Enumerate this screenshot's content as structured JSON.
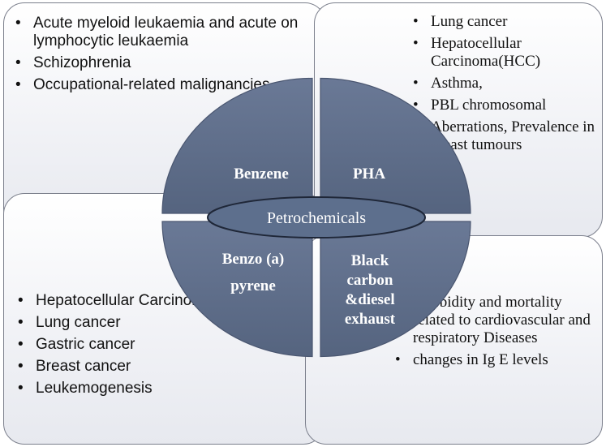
{
  "center": {
    "label": "Petrochemicals",
    "quadrants": {
      "top_left": "Benzene",
      "top_right": "PHA",
      "bottom_left": [
        "Benzo (a)",
        "pyrene"
      ],
      "bottom_right": [
        "Black",
        "carbon",
        "&diesel",
        "exhaust"
      ]
    }
  },
  "panels": {
    "top_left": [
      "Acute myeloid leukaemia and acute on lymphocytic leukaemia",
      "Schizophrenia",
      "Occupational-related malignancies"
    ],
    "top_right": [
      "Lung cancer",
      "Hepatocellular Carcinoma(HCC)",
      "Asthma,",
      "PBL chromosomal",
      "Aberrations, Prevalence  in breast tumours"
    ],
    "bottom_left": [
      "Hepatocellular Carcinoma(HCC)",
      "Lung cancer",
      "Gastric cancer",
      "Breast cancer",
      "Leukemogenesis"
    ],
    "bottom_right": [
      "Morbidity and mortality related to cardiovascular and respiratory Diseases",
      "changes in Ig E levels"
    ]
  },
  "colors": {
    "quadrant_fill": "#5f6e8c",
    "ellipse_fill": "#5d6f8d",
    "panel_border": "#7b7f8c"
  }
}
